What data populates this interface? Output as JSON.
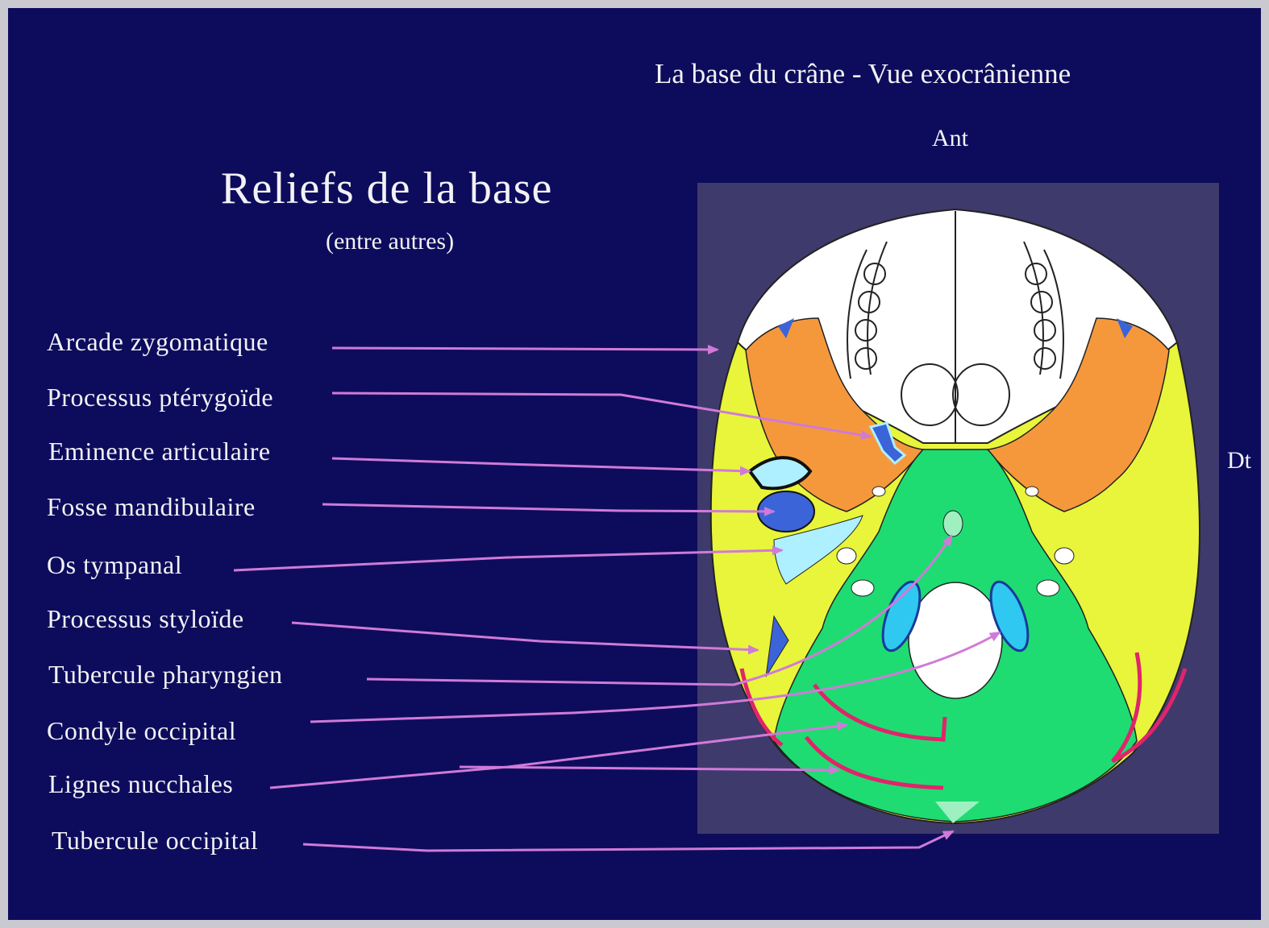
{
  "slide": {
    "view_title": "La base du crâne - Vue exocrânienne",
    "orientation_anterior": "Ant",
    "orientation_right": "Dt",
    "main_title": "Reliefs de la base",
    "subtitle": "(entre autres)"
  },
  "labels": [
    "Arcade zygomatique",
    "Processus ptérygoïde",
    "Eminence articulaire",
    "Fosse mandibulaire",
    "Os tympanal",
    "Processus styloïde",
    "Tubercule pharyngien",
    "Condyle occipital",
    "Lignes nucchales",
    "Tubercule occipital"
  ],
  "colors": {
    "background": "#0d0c5c",
    "panel": "#3f3a6c",
    "arrow": "#d07ad8",
    "temporal": "#e8f53a",
    "sphenoid": "#f5983c",
    "occipital": "#1edc72",
    "nuchal_lines": "#e0246c",
    "foramen": "#ffffff",
    "blue_regions": "#3a64d8",
    "light_blue_regions": "#aef0ff"
  }
}
